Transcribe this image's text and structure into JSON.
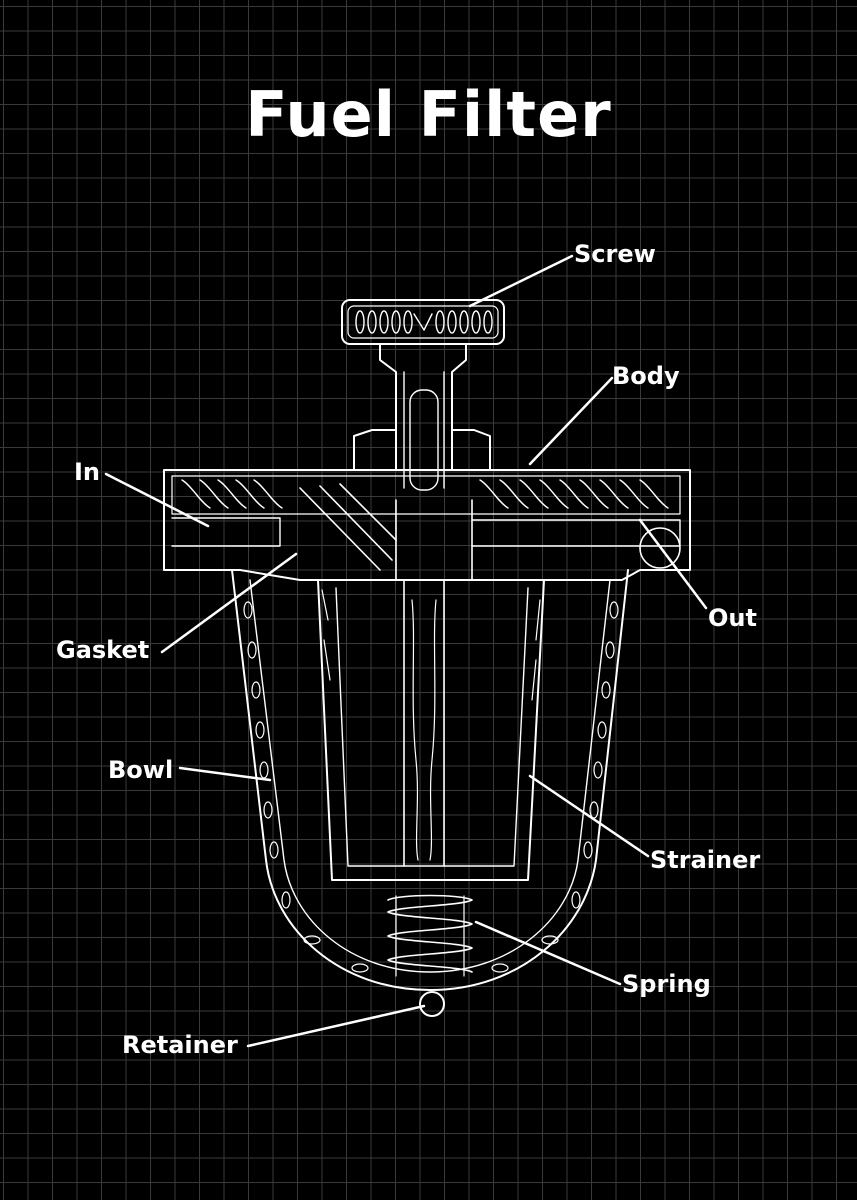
{
  "title": "Fuel Filter",
  "labels": {
    "screw": "Screw",
    "body": "Body",
    "in": "In",
    "out": "Out",
    "gasket": "Gasket",
    "bowl": "Bowl",
    "strainer": "Strainer",
    "spring": "Spring",
    "retainer": "Retainer"
  },
  "colors": {
    "background": "#000000",
    "lines": "#ffffff",
    "grid": "#3a3a3a"
  }
}
